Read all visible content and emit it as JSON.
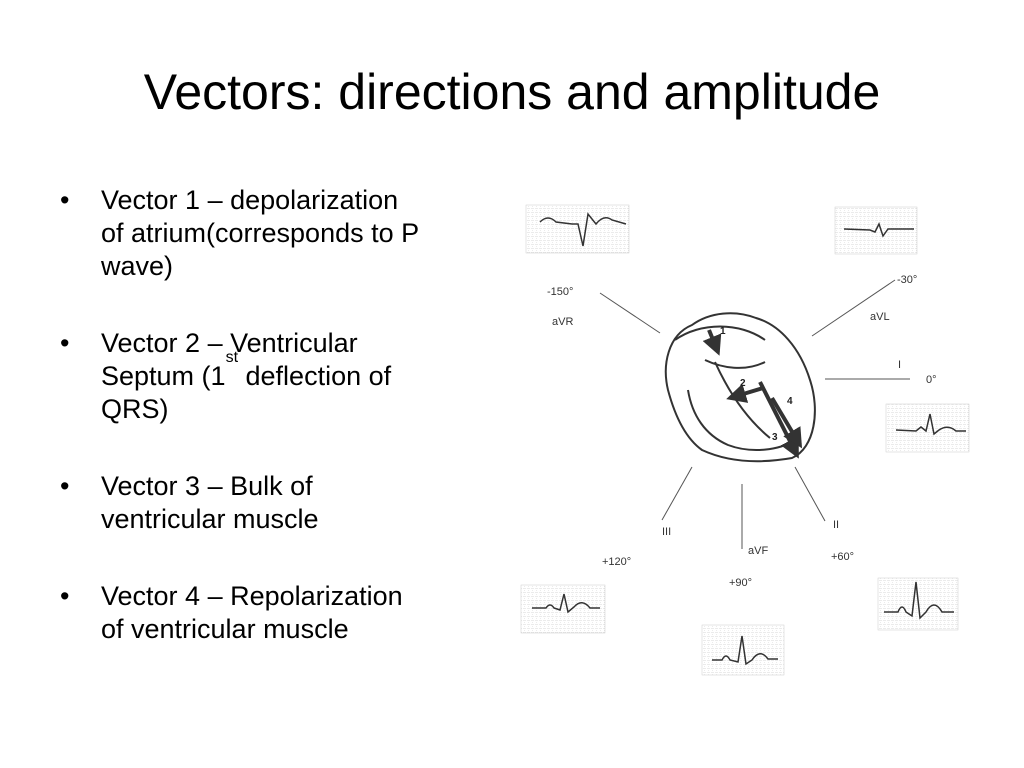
{
  "slide": {
    "title": "Vectors: directions and amplitude"
  },
  "bullets": [
    {
      "bullet_glyph": "•",
      "lines": [
        "Vector 1 – depolarization",
        "of atrium(corresponds to P",
        "wave)"
      ]
    },
    {
      "bullet_glyph": "•",
      "line1": "Vector 2 – Ventricular",
      "line2_pre": "Septum (1",
      "line2_sup": "st",
      "line2_post": " deflection of",
      "line3": "QRS)"
    },
    {
      "bullet_glyph": "•",
      "lines": [
        "Vector 3 – Bulk of",
        "ventricular muscle"
      ]
    },
    {
      "bullet_glyph": "•",
      "lines": [
        "Vector 4 – Repolarization",
        "of ventricular muscle"
      ]
    }
  ],
  "diagram": {
    "leads": {
      "avr": {
        "angle": "-150°",
        "name": "aVR"
      },
      "avl": {
        "angle": "-30°",
        "name": "aVL"
      },
      "lead_i": {
        "angle": "0°",
        "name": "I"
      },
      "lead_ii": {
        "angle": "+60°",
        "name": "II"
      },
      "avf": {
        "angle": "+90°",
        "name": "aVF"
      },
      "lead_iii": {
        "angle": "+120°",
        "name": "III"
      }
    },
    "vectors": [
      "1",
      "2",
      "3",
      "4"
    ],
    "colors": {
      "line": "#555555",
      "arrow": "#333333",
      "grid": "#b0b0b0"
    }
  }
}
